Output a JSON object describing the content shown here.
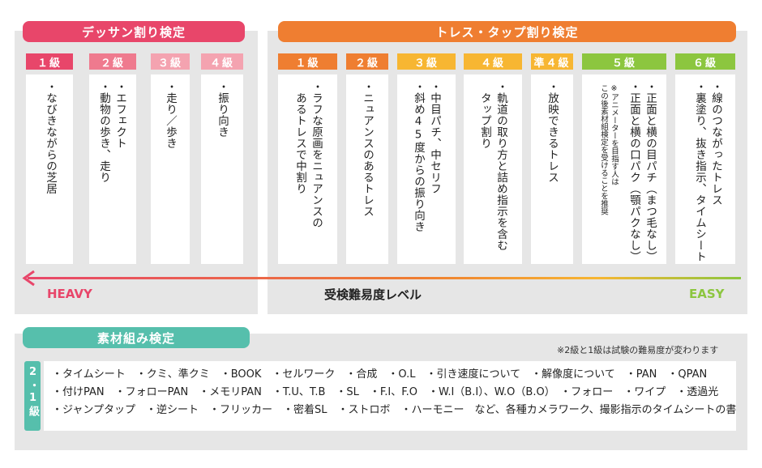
{
  "colors": {
    "pink": "#e8466a",
    "pink_mid": "#ef7a8e",
    "pink_light": "#f4a3b0",
    "orange": "#ef7e31",
    "yellow": "#f7b632",
    "green": "#8cc63f",
    "teal": "#56bfac",
    "heavy": "#e8466a",
    "easy": "#8cc63f"
  },
  "dessin": {
    "title": "デッサン割り検定",
    "grades": [
      {
        "label": "１級",
        "text": "・なびきながらの芝居"
      },
      {
        "label": "２級",
        "text": "・エフェクト\n・動物の歩き、走り"
      },
      {
        "label": "３級",
        "text": "・走り／歩き"
      },
      {
        "label": "４級",
        "text": "・振り向き"
      }
    ]
  },
  "trace": {
    "title": "トレス・タップ割り検定",
    "grades": [
      {
        "label": "１級",
        "text": "・ラフな原画をニュアンスの\n　あるトレスで中割り"
      },
      {
        "label": "２級",
        "text": "・ニュアンスのあるトレス"
      },
      {
        "label": "３級",
        "text": "・中目パチ、中セリフ\n・斜め45度からの振り向き"
      },
      {
        "label": "４級",
        "text": "・軌道の取り方と詰め指示を含む\n　タップ割り"
      },
      {
        "label": "準４級",
        "text": "・放映できるトレス"
      },
      {
        "label": "５級",
        "text": "・正面と横の目パチ（まつ毛なし）\n・正面と横の口パク（顎パクなし）",
        "note": "※アニメーターを目指す人は\nこの後素材組検定を受けることを推奨"
      },
      {
        "label": "６級",
        "text": "・線のつながったトレス\n・裏塗り、抜き指示、タイムシート"
      }
    ]
  },
  "scale": {
    "heavy": "HEAVY",
    "label": "受検難易度レベル",
    "easy": "EASY"
  },
  "material": {
    "title": "素材組み検定",
    "note": "※2級と1級は試験の難易度が変わります",
    "grade_label": "2・1級",
    "lines": [
      "・タイムシート　・クミ、準クミ　・BOOK　・セルワーク　・合成　・O.L　・引き速度について　・解像度について　・PAN　・QPAN",
      "・付けPAN　・フォローPAN　・メモリPAN　・T.U、T.B　・SL　・F.I、F.O　・W.I（B.I）、W.O（B.O）　・フォロー　・ワイプ　・透過光",
      "・ジャンプタップ　・逆シート　・フリッカー　・密着SL　・ストロボ　・ハーモニー　など、各種カメラワーク、撮影指示のタイムシートの書き方"
    ]
  }
}
